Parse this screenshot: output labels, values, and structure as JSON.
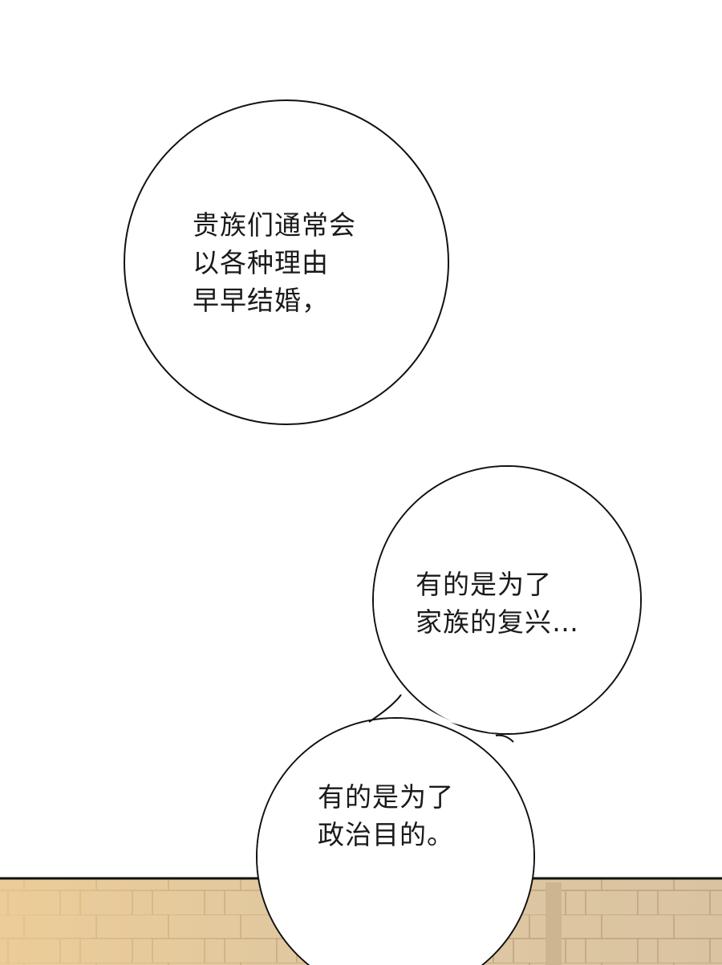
{
  "bubbles": [
    {
      "lines": [
        "贵族们通常会",
        "以各种理由",
        "早早结婚，"
      ]
    },
    {
      "lines": [
        "有的是为了",
        "家族的复兴…"
      ]
    },
    {
      "lines": [
        "有的是为了",
        "政治目的。"
      ]
    }
  ],
  "colors": {
    "background": "#ffffff",
    "panel_stone": "#d9c09a",
    "outline": "#111111"
  }
}
